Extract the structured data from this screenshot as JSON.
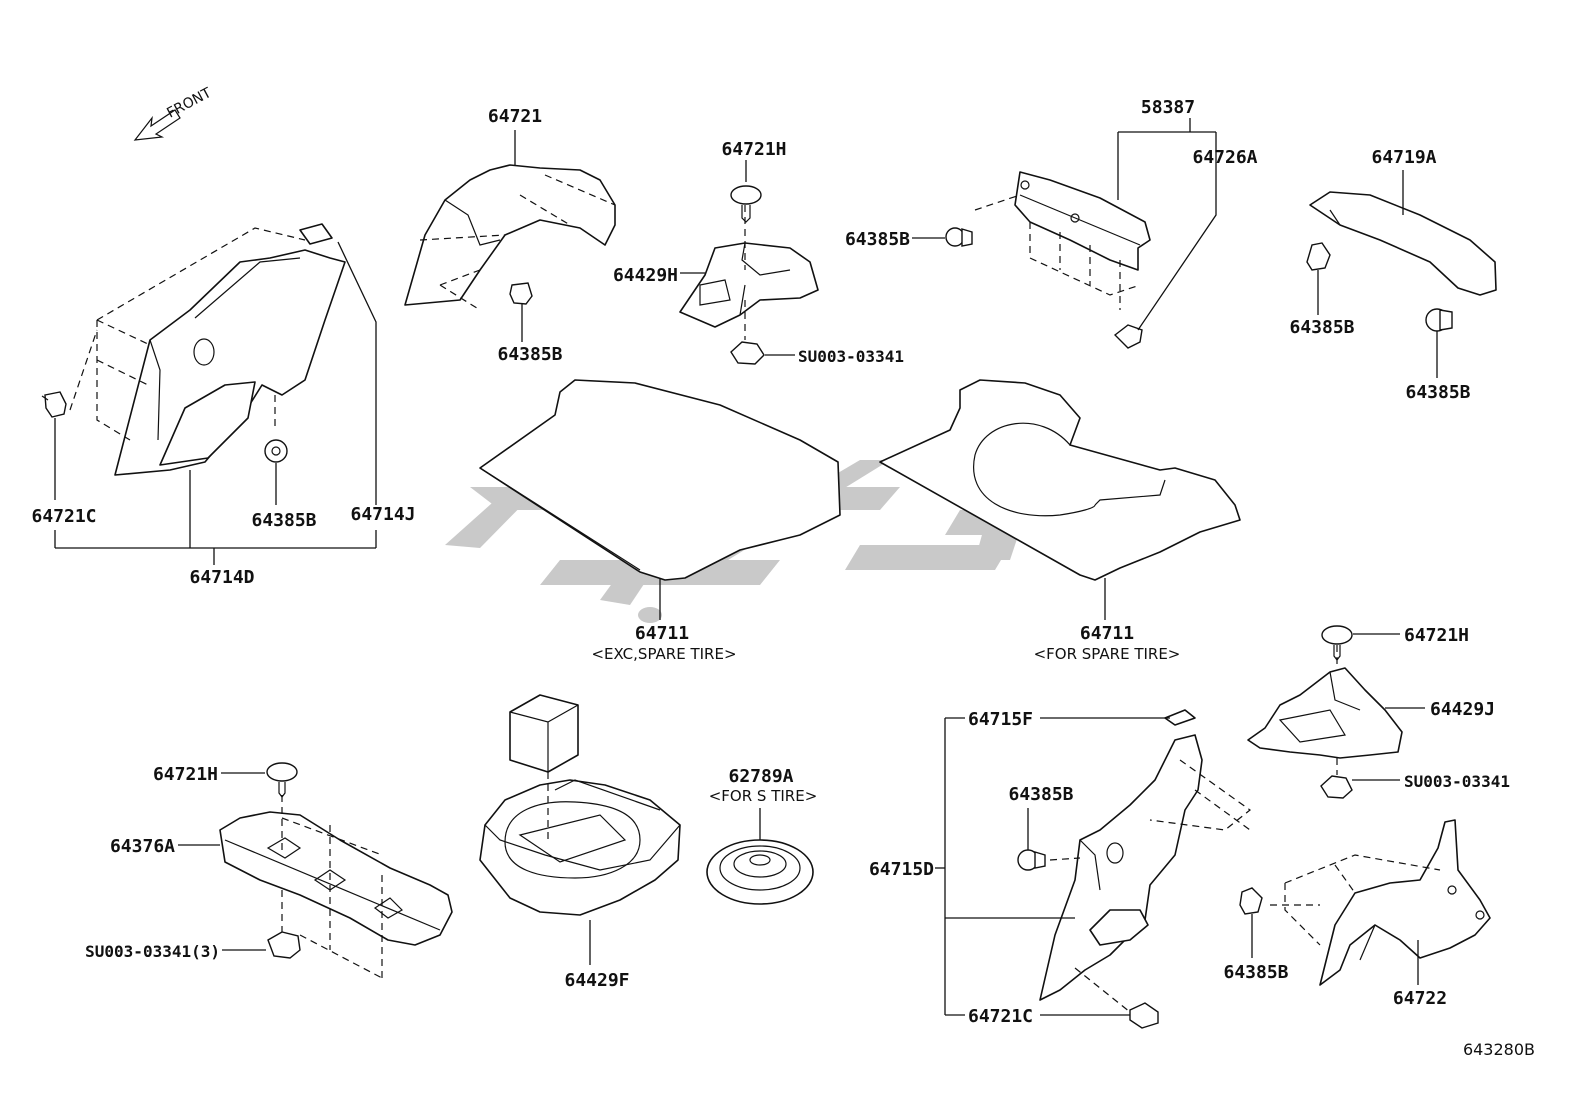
{
  "orientation": {
    "front_label": "FRONT"
  },
  "parts": {
    "p64721": "64721",
    "p64721H_top": "64721H",
    "p64429H": "64429H",
    "p64385B_top": "64385B",
    "pSU_top": "SU003-03341",
    "p58387": "58387",
    "p64726A": "64726A",
    "p64385B_left_trim": "64385B",
    "p64719A": "64719A",
    "p64385B_719_left": "64385B",
    "p64385B_719_right": "64385B",
    "p64721C_left": "64721C",
    "p64385B_left": "64385B",
    "p64714J": "64714J",
    "p64714D": "64714D",
    "p64711_a": "64711",
    "note_64711_a": "<EXC,SPARE TIRE>",
    "p64711_b": "64711",
    "note_64711_b": "<FOR SPARE TIRE>",
    "p64721H_right": "64721H",
    "p64429J": "64429J",
    "pSU_right": "SU003-03341",
    "p64721H_left": "64721H",
    "p64376A": "64376A",
    "pSU_left": "SU003-03341(3)",
    "p62789A": "62789A",
    "note_62789A": "<FOR S TIRE>",
    "p64429F": "64429F",
    "p64715F": "64715F",
    "p64385B_715": "64385B",
    "p64715D": "64715D",
    "p64721C_right": "64721C",
    "p64385B_722": "64385B",
    "p64722": "64722"
  },
  "diagram_code": "643280B"
}
